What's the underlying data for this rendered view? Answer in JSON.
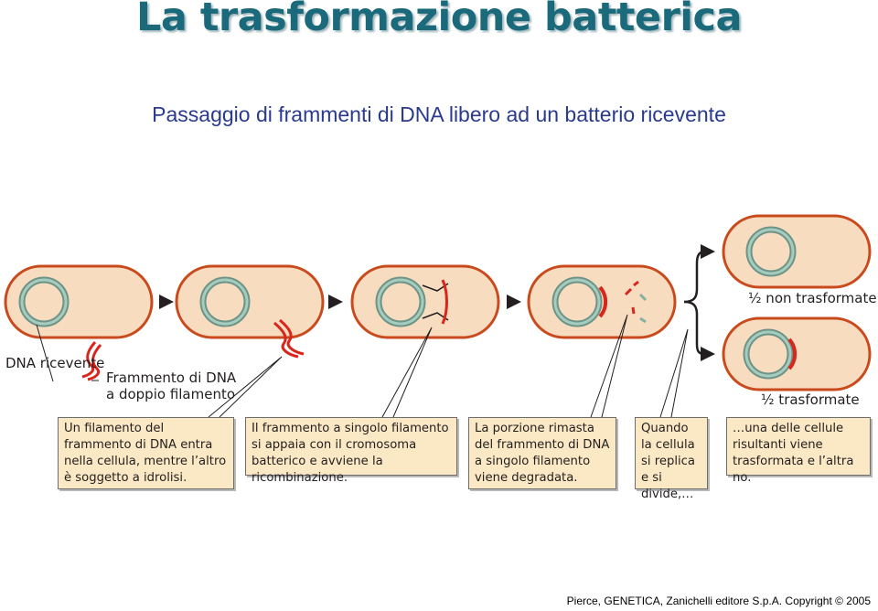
{
  "title": "La trasformazione batterica",
  "subtitle": "Passaggio di frammenti di DNA libero ad un batterio ricevente",
  "labels": {
    "recipient_dna": "DNA ricevente",
    "fragment": "Frammento di DNA a doppio filamento",
    "half_not_transformed": "½ non trasformate",
    "half_transformed": "½ trasformate"
  },
  "steps": [
    "Un filamento del frammento di DNA entra nella cellula, mentre l’altro è soggetto a idrolisi.",
    "Il frammento a singolo filamento si appaia con il cromosoma batterico e avviene la ricombinazione.",
    "La porzione rimasta del frammento di DNA a singolo filamento viene degradata.",
    "Quando la cellula si replica e si divide,…",
    "…una delle cellule risultanti viene trasformata e l’altra no."
  ],
  "credit": "Pierce, GENETICA, Zanichelli editore S.p.A. Copyright © 2005",
  "colors": {
    "title": "#1b6a7c",
    "subtitle": "#2a3a8c",
    "cell_fill": "#f7dcc0",
    "cell_border": "#c94a1c",
    "chromosome": "#86b0a2",
    "dna_fragment": "#d9261c",
    "box_fill": "#fbe8c4"
  }
}
